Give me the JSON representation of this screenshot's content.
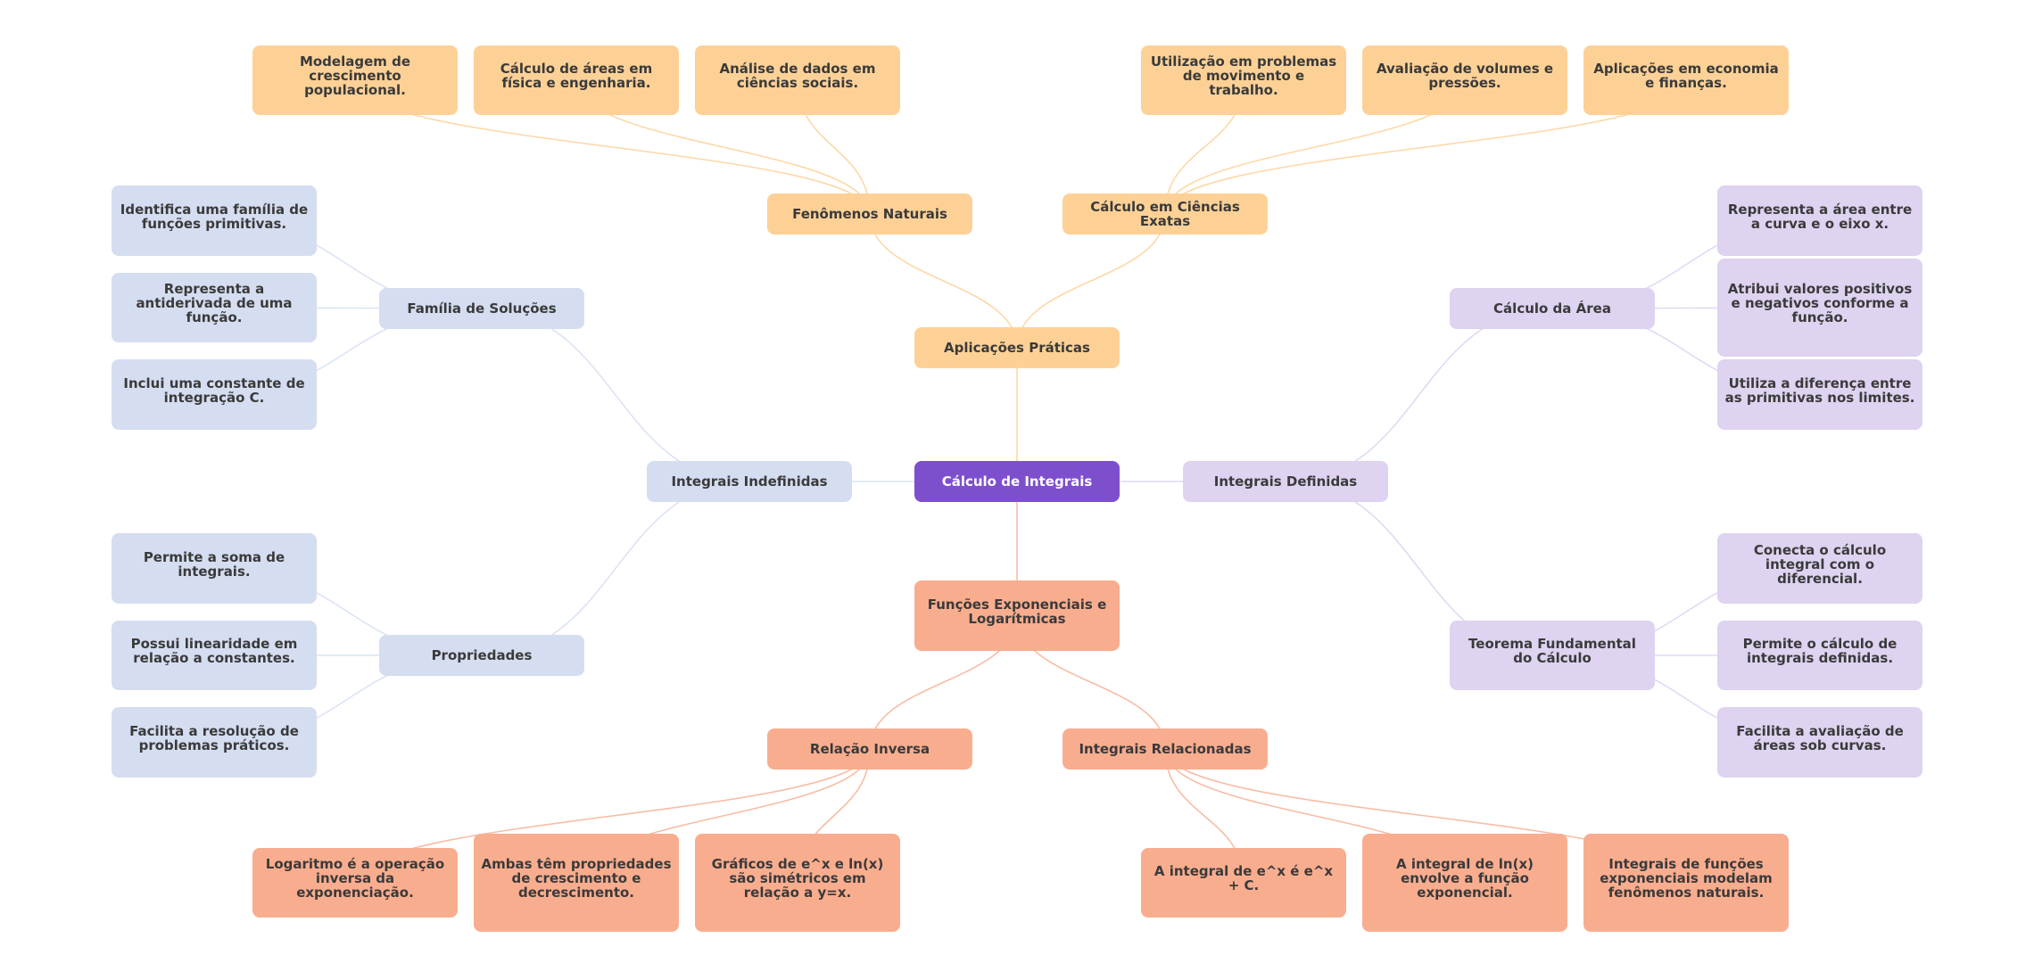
{
  "title": "Cálculo de Integrais",
  "colors": {
    "root": "#7e4fcc",
    "aplicacoes": "#fdd196",
    "aplicacoes_edge": "#fdd8a8",
    "funcoes": "#f9ad8f",
    "funcoes_edge": "#f8bca4",
    "indefinidas": "#d5ddf1",
    "indefinidas_edge": "#dbe3f4",
    "definidas": "#ded3f0",
    "definidas_edge": "#e2d9f3",
    "text": "#3a3a3a"
  },
  "root": {
    "label": "Cálculo de Integrais"
  },
  "branches": {
    "aplicacoes": {
      "label": "Aplicações Práticas",
      "children": [
        {
          "label": "Fenômenos Naturais",
          "leaves": [
            "Modelagem de crescimento populacional.",
            "Cálculo de áreas em física e engenharia.",
            "Análise de dados em ciências sociais."
          ]
        },
        {
          "label": "Cálculo em Ciências Exatas",
          "leaves": [
            "Utilização em problemas de movimento e trabalho.",
            "Avaliação de volumes e pressões.",
            "Aplicações em economia e finanças."
          ]
        }
      ]
    },
    "indefinidas": {
      "label": "Integrais Indefinidas",
      "children": [
        {
          "label": "Família de Soluções",
          "leaves": [
            "Identifica uma família de funções primitivas.",
            "Representa a antiderivada de uma função.",
            "Inclui uma constante de integração C."
          ]
        },
        {
          "label": "Propriedades",
          "leaves": [
            "Permite a soma de integrais.",
            "Possui linearidade em relação a constantes.",
            "Facilita a resolução de problemas práticos."
          ]
        }
      ]
    },
    "definidas": {
      "label": "Integrais Definidas",
      "children": [
        {
          "label": "Cálculo da Área",
          "leaves": [
            "Representa a área entre a curva e o eixo x.",
            "Atribui valores positivos e negativos conforme a função.",
            "Utiliza a diferença entre as primitivas nos limites."
          ]
        },
        {
          "label": "Teorema Fundamental do Cálculo",
          "leaves": [
            "Conecta o cálculo integral com o diferencial.",
            "Permite o cálculo de integrais definidas.",
            "Facilita a avaliação de áreas sob curvas."
          ]
        }
      ]
    },
    "funcoes": {
      "label": "Funções Exponenciais e Logarítmicas",
      "children": [
        {
          "label": "Relação Inversa",
          "leaves": [
            "Logaritmo é a operação inversa da exponenciação.",
            "Ambas têm propriedades de crescimento e decrescimento.",
            "Gráficos de e^x e ln(x) são simétricos em relação a y=x."
          ]
        },
        {
          "label": "Integrais Relacionadas",
          "leaves": [
            "A integral de e^x é e^x + C.",
            "A integral de ln(x) envolve a função exponencial.",
            "Integrais de funções exponenciais modelam fenômenos naturais."
          ]
        }
      ]
    }
  }
}
